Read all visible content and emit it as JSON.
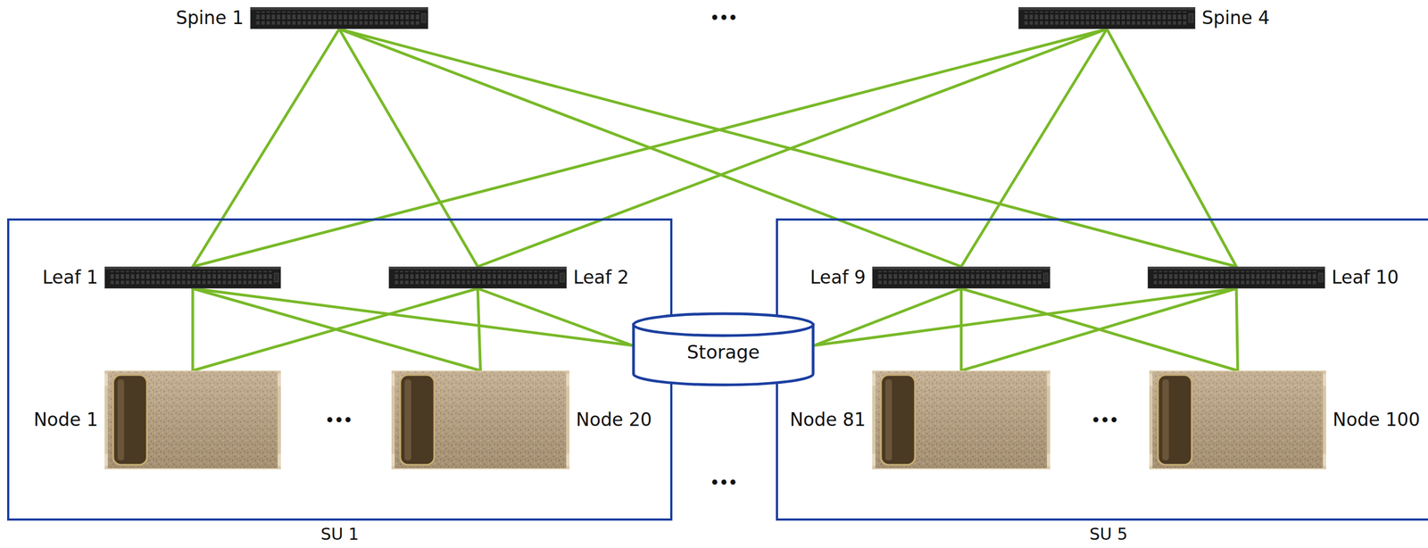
{
  "diagram": {
    "nodes": [
      {
        "text": [
          "Spine 1"
        ]
      },
      {
        "text": [
          "Spine 4"
        ]
      },
      {
        "text": [
          "SU 1"
        ]
      },
      {
        "text": [
          "Leaf 1"
        ],
        "in": 2
      },
      {
        "text": [
          "Leaf 2"
        ],
        "in": 2
      },
      {
        "text": [
          "Node 1"
        ],
        "in": 2
      },
      {
        "text": [
          "Node 20"
        ],
        "in": 2
      },
      {
        "text": [
          "Storage"
        ]
      },
      {
        "text": [
          "SU 5"
        ]
      },
      {
        "text": [
          "Leaf 9"
        ],
        "in": 8
      },
      {
        "text": [
          "Leaf 10"
        ],
        "in": 8
      },
      {
        "text": [
          "Node 81"
        ],
        "in": 8
      },
      {
        "text": [
          "Node 100"
        ],
        "in": 8
      }
    ],
    "edges": [
      {
        "from": 0,
        "to": 3,
        "arrow": "none"
      },
      {
        "from": 0,
        "to": 4,
        "arrow": "none"
      },
      {
        "from": 0,
        "to": 9,
        "arrow": "none"
      },
      {
        "from": 0,
        "to": 10,
        "arrow": "none"
      },
      {
        "from": 1,
        "to": 3,
        "arrow": "none"
      },
      {
        "from": 1,
        "to": 4,
        "arrow": "none"
      },
      {
        "from": 1,
        "to": 9,
        "arrow": "none"
      },
      {
        "from": 1,
        "to": 10,
        "arrow": "none"
      },
      {
        "from": 3,
        "to": 5,
        "arrow": "none"
      },
      {
        "from": 3,
        "to": 6,
        "arrow": "none"
      },
      {
        "from": 3,
        "to": 7,
        "arrow": "none"
      },
      {
        "from": 4,
        "to": 5,
        "arrow": "none"
      },
      {
        "from": 4,
        "to": 6,
        "arrow": "none"
      },
      {
        "from": 4,
        "to": 7,
        "arrow": "none"
      },
      {
        "from": 9,
        "to": 7,
        "arrow": "none"
      },
      {
        "from": 9,
        "to": 11,
        "arrow": "none"
      },
      {
        "from": 9,
        "to": 12,
        "arrow": "none"
      },
      {
        "from": 10,
        "to": 7,
        "arrow": "none"
      },
      {
        "from": 10,
        "to": 11,
        "arrow": "none"
      },
      {
        "from": 10,
        "to": 12,
        "arrow": "none"
      }
    ],
    "labels": [
      "•••",
      "•••",
      "•••",
      "•••"
    ]
  }
}
